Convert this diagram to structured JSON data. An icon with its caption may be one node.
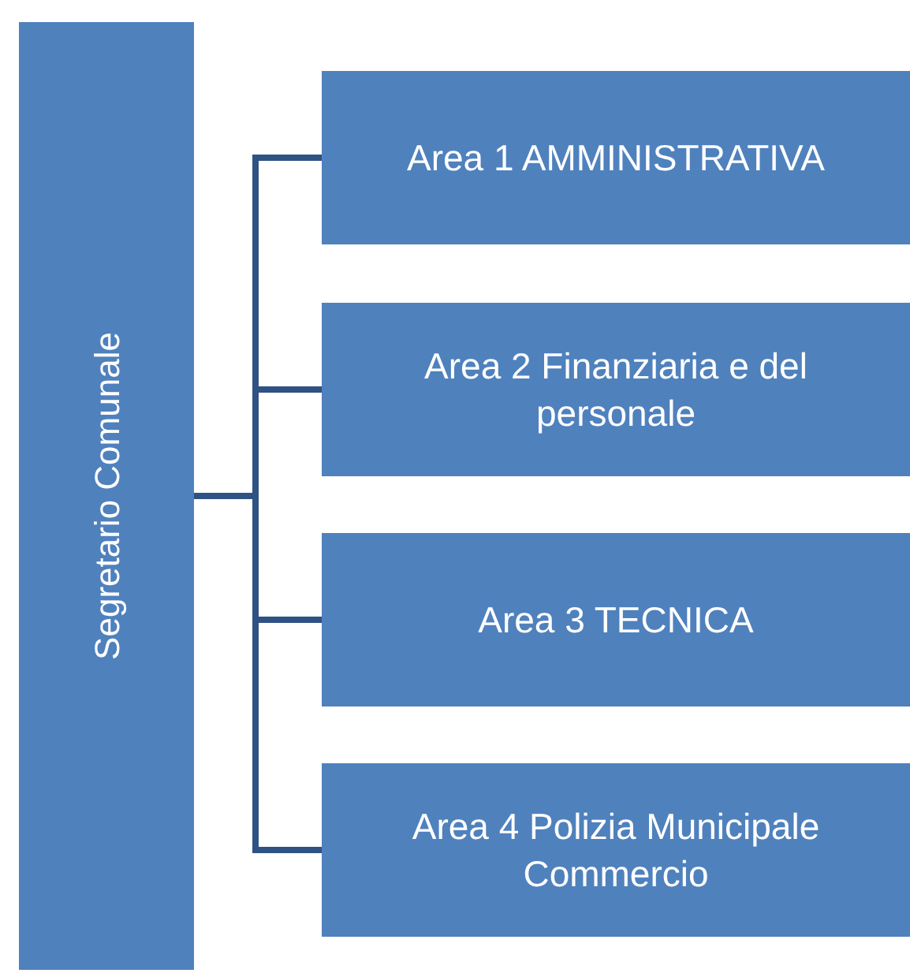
{
  "diagram": {
    "nodes": [
      {
        "text": [
          "Segretario Comunale"
        ]
      },
      {
        "text": [
          "Area 1 AMMINISTRATIVA"
        ]
      },
      {
        "text": [
          "Area 2 Finanziaria e del personale"
        ]
      },
      {
        "text": [
          "Area 3 TECNICA"
        ]
      },
      {
        "text": [
          "Area 4 Polizia Municipale Commercio"
        ]
      }
    ],
    "edges": [
      {
        "from": 0,
        "to": 1,
        "arrow": "none"
      },
      {
        "from": 0,
        "to": 2,
        "arrow": "none"
      },
      {
        "from": 0,
        "to": 3,
        "arrow": "none"
      },
      {
        "from": 0,
        "to": 4,
        "arrow": "none"
      }
    ]
  }
}
